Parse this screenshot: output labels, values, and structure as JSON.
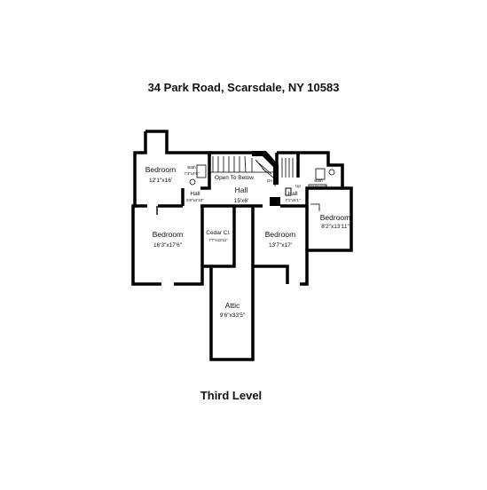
{
  "title": "34 Park Road, Scarsdale, NY 10583",
  "level": "Third Level",
  "rooms": {
    "bedroom1": {
      "name": "Bedroom",
      "dims": "12'1\"x16'"
    },
    "bath1": {
      "name": "Bath",
      "dims": "7'3\"x4'6\""
    },
    "open_to_below": {
      "name": "Open To Below"
    },
    "hall1": {
      "name": "Hall",
      "dims": "5'9\"x2'10\""
    },
    "hall2": {
      "name": "Hall",
      "dims": "15'x6'"
    },
    "hall3": {
      "name": "Hall",
      "dims": "7'1\"x5'1\""
    },
    "dn": {
      "name": "Dn"
    },
    "up": {
      "name": "Up"
    },
    "bath2": {
      "name": "Bath",
      "dims": "7'10\"x5'2\""
    },
    "bedroom4": {
      "name": "Bedroom",
      "dims": "8'2\"x13'11\""
    },
    "bedroom2": {
      "name": "Bedroom",
      "dims": "16'3\"x17'6\""
    },
    "cedar": {
      "name": "Cedar Cl.",
      "dims": "7'7\"x12'11\""
    },
    "bedroom3": {
      "name": "Bedroom",
      "dims": "13'7\"x17'"
    },
    "attic": {
      "name": "Attic",
      "dims": "9'6\"x33'5\""
    }
  }
}
